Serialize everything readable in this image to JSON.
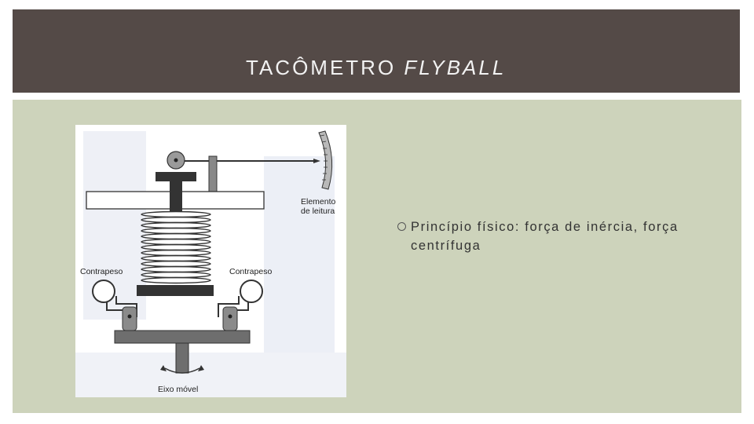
{
  "slide": {
    "title_main": "TACÔMETRO",
    "title_italic": "FLYBALL",
    "bullet_text": "Princípio físico: força de inércia, força centrífuga",
    "colors": {
      "title_bar": "#544a47",
      "content_bg": "#cdd3bb",
      "title_text": "#f2f2f2"
    }
  },
  "figure": {
    "label_element": "Elemento",
    "label_element2": "de leitura",
    "label_counterweight_left": "Contrapeso",
    "label_counterweight_right": "Contrapeso",
    "label_axis": "Eixo móvel"
  }
}
